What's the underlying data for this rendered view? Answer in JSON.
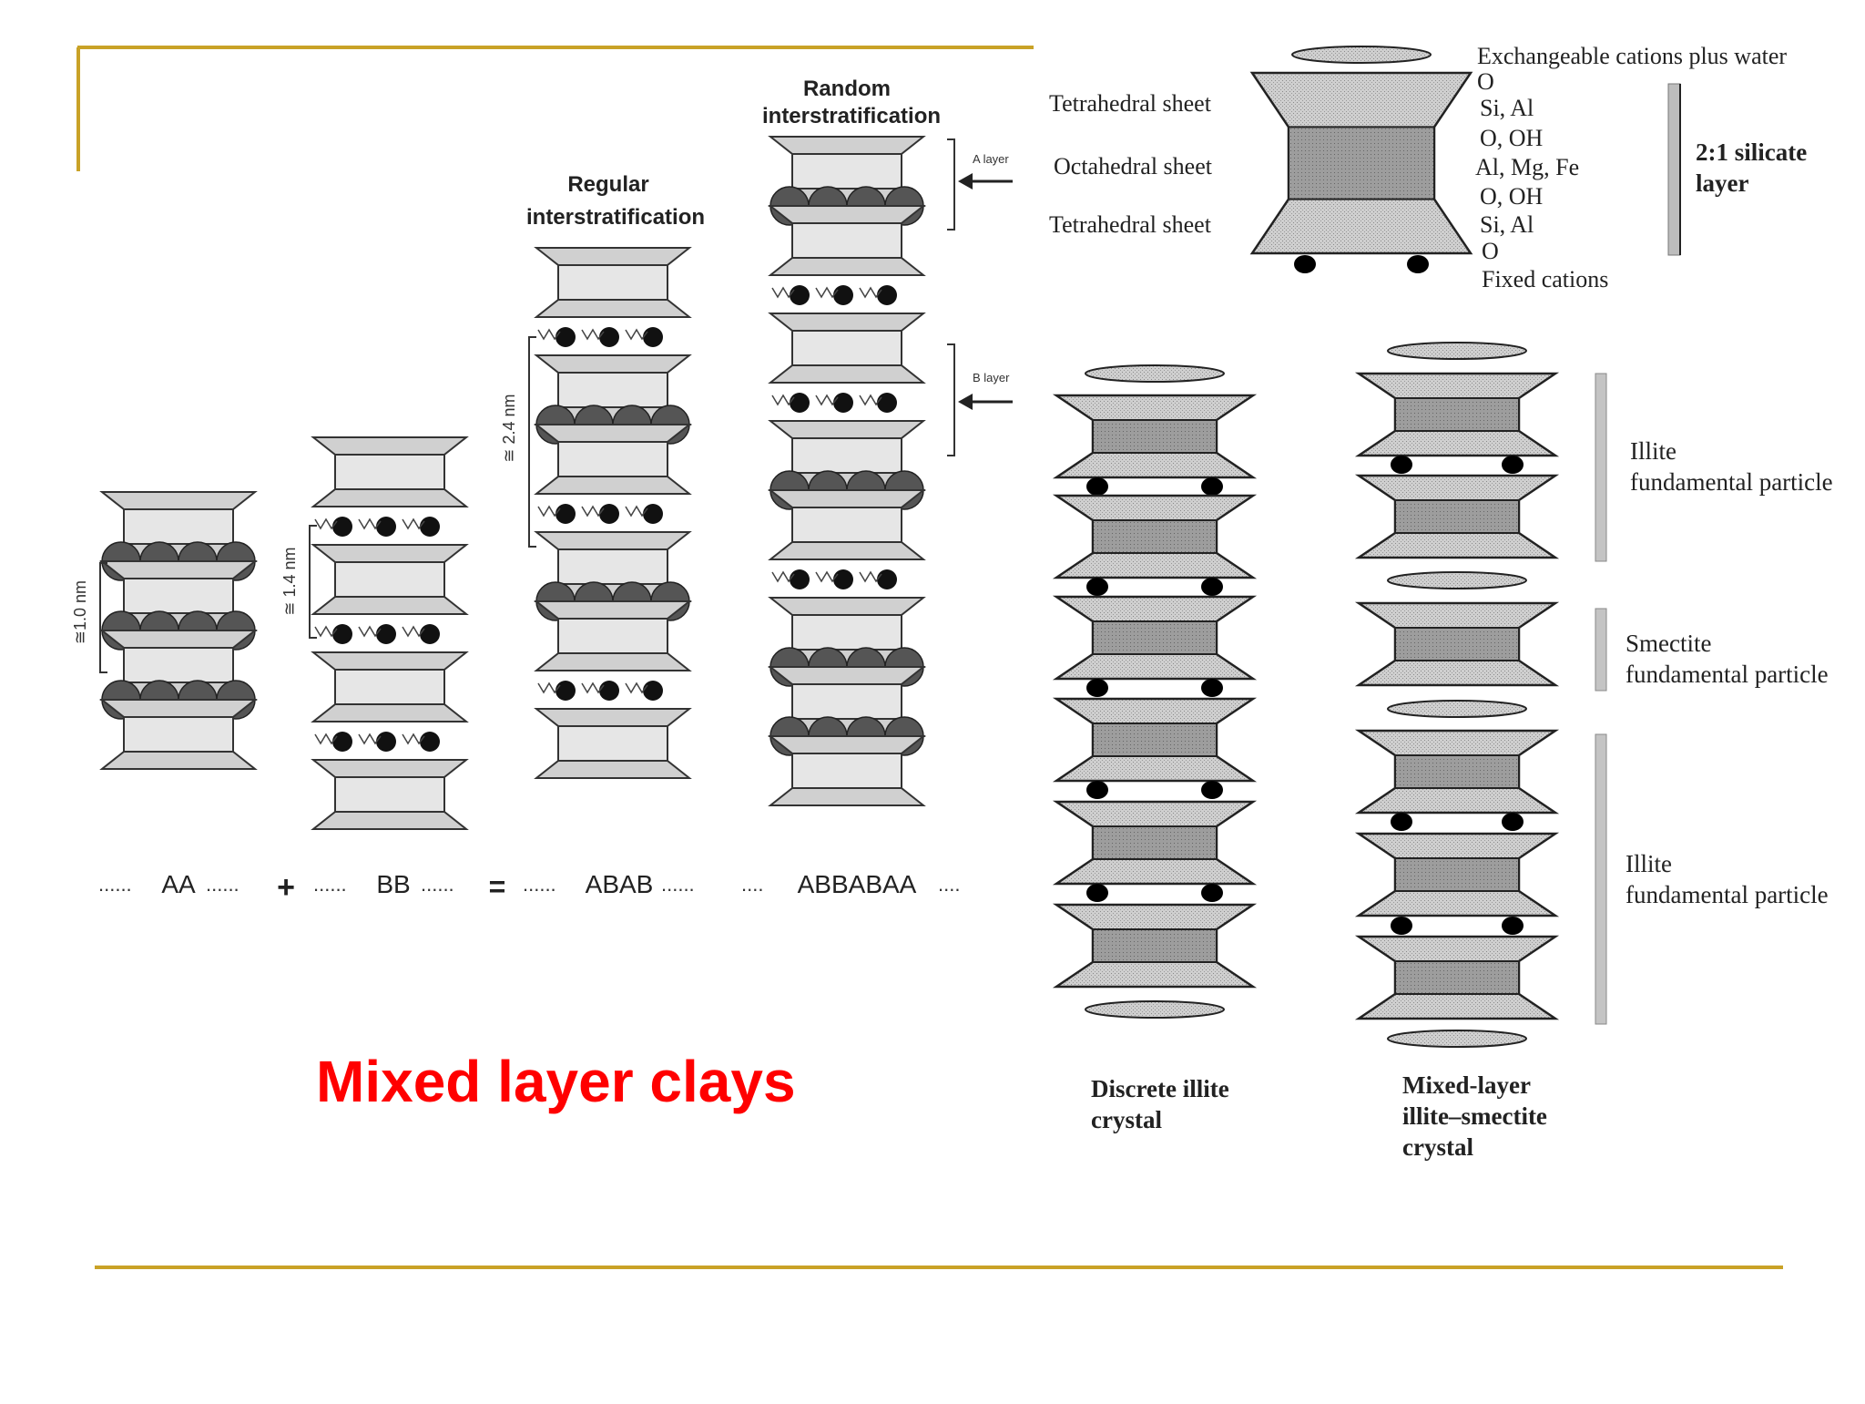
{
  "slide": {
    "title": "Mixed layer clays",
    "accent_color": "#c9a227",
    "title_color": "#ff0000"
  },
  "left_figure": {
    "sequences": {
      "aa": "AA",
      "plus": "+",
      "bb": "BB",
      "equals": "=",
      "abab": "ABAB",
      "abbabaa": "ABBABAA"
    },
    "stack_headings": {
      "regular": [
        "Regular",
        "interstratification"
      ],
      "random": [
        "Random",
        "interstratification"
      ]
    },
    "dimension_labels": {
      "aa": "≅1.0 nm",
      "bb": "≅ 1.4 nm",
      "regular": "≅ 2.4 nm"
    },
    "layer_labels": {
      "a": "A layer",
      "b": "B layer"
    }
  },
  "right_figure": {
    "structure": {
      "left_labels": [
        "Tetrahedral sheet",
        "Octahedral sheet",
        "Tetrahedral sheet"
      ],
      "right_labels": [
        "Exchangeable cations plus water",
        "O",
        "Si, Al",
        "O, OH",
        "Al, Mg, Fe",
        "O, OH",
        "Si, Al",
        "O",
        "Fixed cations"
      ],
      "bracket_label": [
        "2:1 silicate",
        "layer"
      ]
    },
    "particles": {
      "illite_top": [
        "Illite",
        "fundamental particle"
      ],
      "smectite": [
        "Smectite",
        "fundamental particle"
      ],
      "illite_bottom": [
        "Illite",
        "fundamental particle"
      ]
    },
    "captions": {
      "discrete": [
        "Discrete illite",
        "crystal"
      ],
      "mixed": [
        "Mixed-layer",
        "illite–smectite",
        "crystal"
      ]
    }
  }
}
